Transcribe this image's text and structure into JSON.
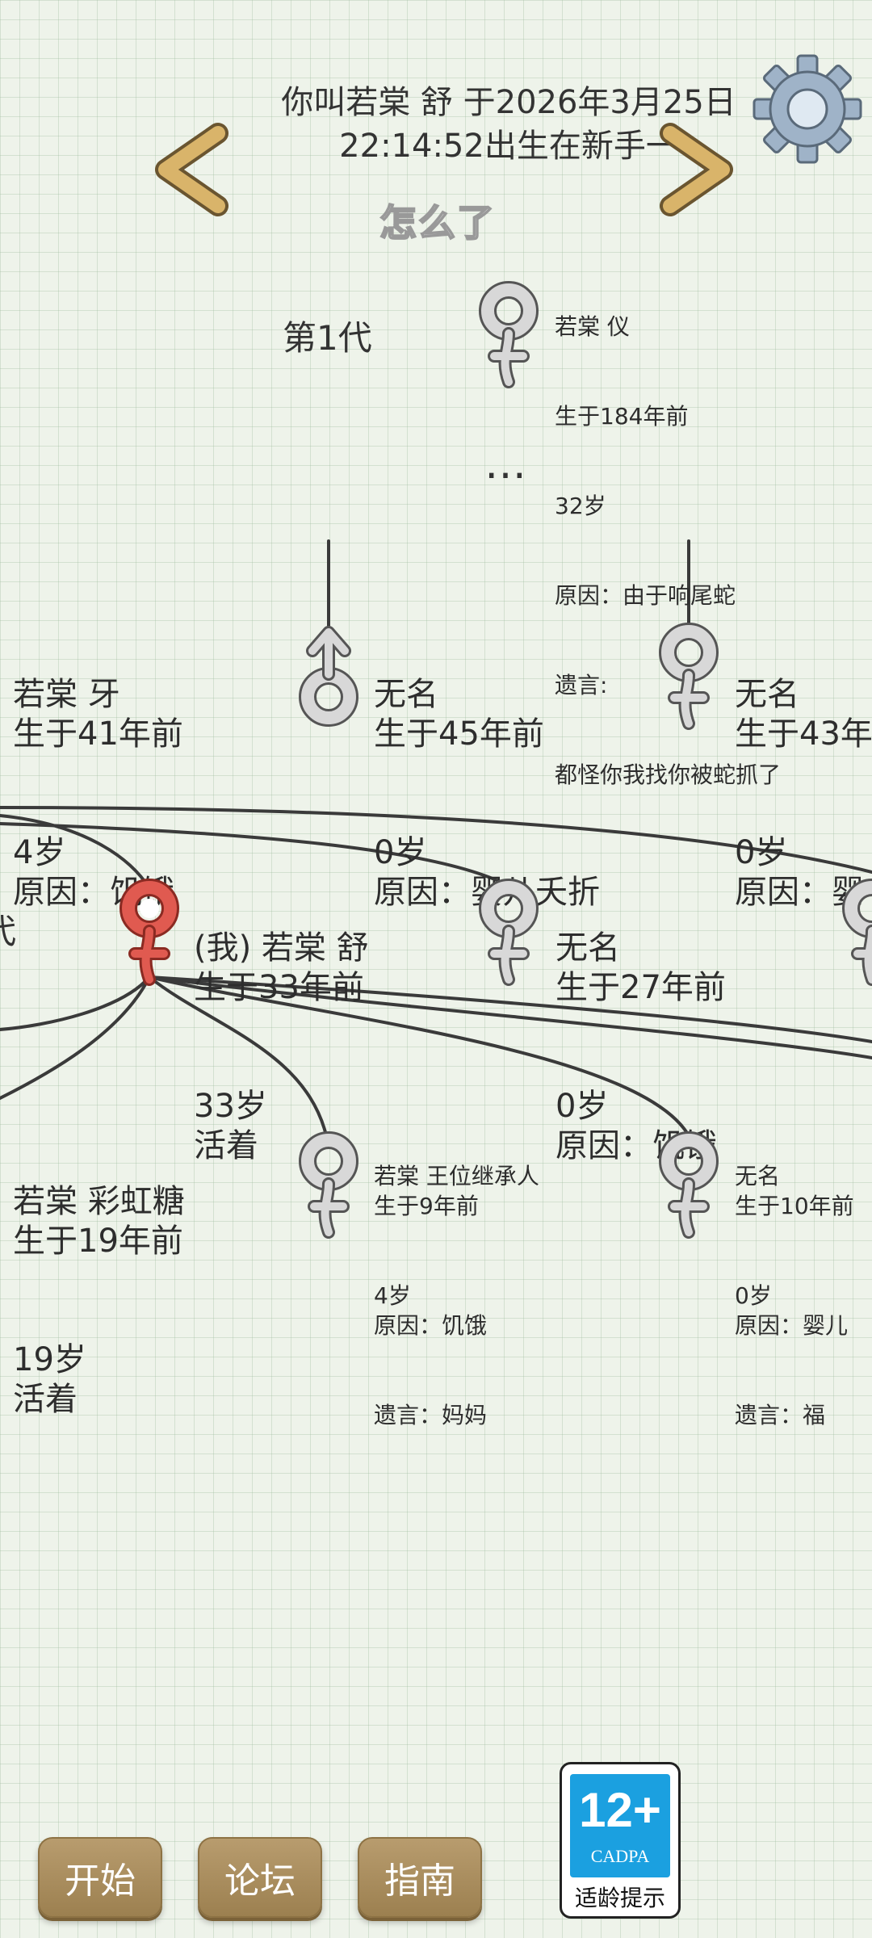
{
  "header": {
    "line1": "你叫若棠 舒 于2026年3月25日",
    "line2": "22:14:52出生在新手一",
    "whats_wrong": "怎么了"
  },
  "icons": {
    "prev": "left-arrow-icon",
    "next": "right-arrow-icon",
    "settings": "gear-icon",
    "female": "female-symbol-icon",
    "male": "male-symbol-icon"
  },
  "generation1": {
    "label": "第1代",
    "ancestor": {
      "line1": "若棠 仪",
      "line2": "生于184年前",
      "line3": "32岁",
      "line4": "原因：由于响尾蛇",
      "line5": "遗言:",
      "line6": "都怪你我找你被蛇抓了"
    },
    "ellipsis": "…"
  },
  "parents_row": [
    {
      "line1": "若棠 牙",
      "line2": "生于41年前",
      "line3": "4岁",
      "line4": "原因：饥饿"
    },
    {
      "line1": "无名",
      "line2": "生于45年前",
      "line3": "0岁",
      "line4": "原因：婴儿夭折"
    },
    {
      "line1": "无名",
      "line2": "生于43年",
      "line3": "0岁",
      "line4": "原因：婴"
    }
  ],
  "self_row": {
    "gen_partial": "代",
    "me": {
      "line1": "(我) 若棠 舒",
      "line2": "生于33年前",
      "line3": "33岁",
      "line4": "活着"
    },
    "sibling": {
      "line1": "无名",
      "line2": "生于27年前",
      "line3": "0岁",
      "line4": "原因：饥饿"
    }
  },
  "children_row": [
    {
      "line1": "若棠 彩虹糖",
      "line2": "生于19年前",
      "line3": "19岁",
      "line4": "活着"
    },
    {
      "line1": "若棠 王位继承人",
      "line2": "生于9年前",
      "line3": "4岁",
      "line4": "原因：饥饿",
      "line5": "遗言：妈妈"
    },
    {
      "line1": "无名",
      "line2": "生于10年前",
      "line3": "0岁",
      "line4": "原因：婴儿",
      "line5": "遗言：福"
    }
  ],
  "buttons": {
    "start": "开始",
    "forum": "论坛",
    "guide": "指南"
  },
  "age_rating": {
    "num": "12+",
    "org": "CADPA",
    "tip": "适龄提示"
  },
  "colors": {
    "button": "#a88c5e",
    "badge_blue": "#1ba0e0",
    "female_self": "#e05a50",
    "symbol_gray": "#d8d8d8"
  }
}
